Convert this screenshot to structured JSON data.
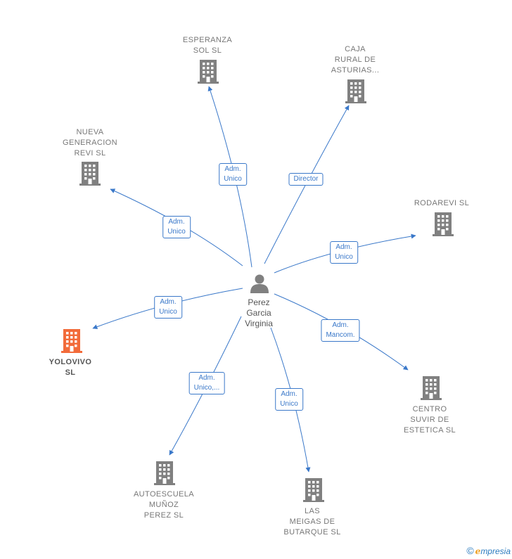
{
  "person": {
    "lines": [
      "Perez",
      "Garcia",
      "Virginia"
    ]
  },
  "colors": {
    "company": "#808080",
    "highlight": "#f26b3a",
    "link": "#3a78c9"
  },
  "companies": [
    {
      "id": "esperanza",
      "lines": [
        "ESPERANZA",
        "SOL SL"
      ],
      "highlight": false,
      "role": [
        "Adm.",
        "Unico"
      ]
    },
    {
      "id": "caja",
      "lines": [
        "CAJA",
        "RURAL DE",
        "ASTURIAS..."
      ],
      "highlight": false,
      "role": [
        "Director"
      ]
    },
    {
      "id": "nueva",
      "lines": [
        "NUEVA",
        "GENERACION",
        "REVI SL"
      ],
      "highlight": false,
      "role": [
        "Adm.",
        "Unico"
      ]
    },
    {
      "id": "rodarevi",
      "lines": [
        "RODAREVI SL"
      ],
      "highlight": false,
      "role": [
        "Adm.",
        "Unico"
      ]
    },
    {
      "id": "yolovivo",
      "lines": [
        "YOLOVIVO",
        "SL"
      ],
      "highlight": true,
      "role": [
        "Adm.",
        "Unico"
      ]
    },
    {
      "id": "centro",
      "lines": [
        "CENTRO",
        "SUVIR DE",
        "ESTETICA SL"
      ],
      "highlight": false,
      "role": [
        "Adm.",
        "Mancom."
      ]
    },
    {
      "id": "autoescuela",
      "lines": [
        "AUTOESCUELA",
        "MUÑOZ",
        "PEREZ  SL"
      ],
      "highlight": false,
      "role": [
        "Adm.",
        "Unico,..."
      ]
    },
    {
      "id": "meigas",
      "lines": [
        "LAS",
        "MEIGAS DE",
        "BUTARQUE  SL"
      ],
      "highlight": false,
      "role": [
        "Adm.",
        "Unico"
      ]
    }
  ],
  "brand": {
    "copyright": "©",
    "e": "e",
    "rest": "mpresia"
  }
}
